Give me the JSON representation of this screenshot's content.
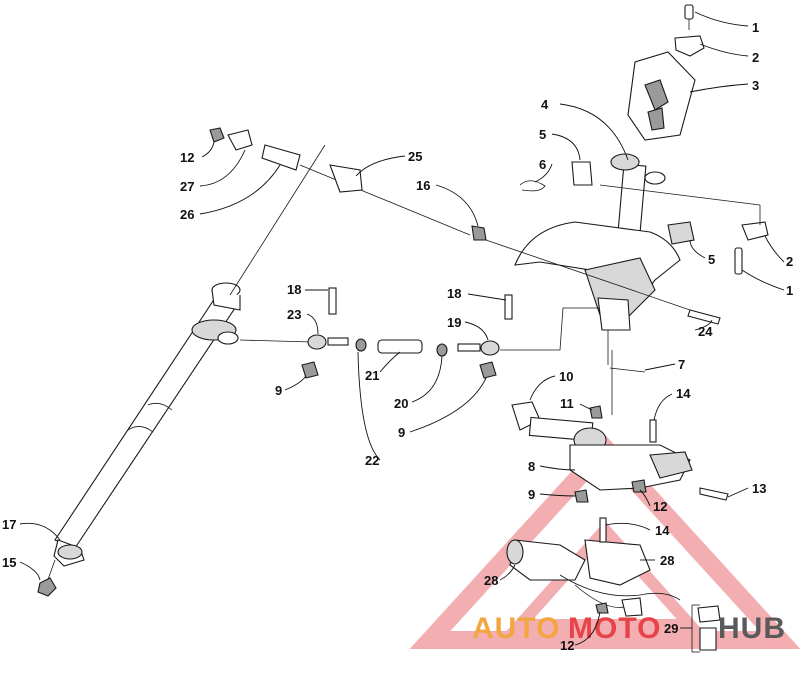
{
  "callouts": [
    {
      "id": "c1a",
      "text": "1"
    },
    {
      "id": "c2a",
      "text": "2"
    },
    {
      "id": "c3",
      "text": "3"
    },
    {
      "id": "c4",
      "text": "4"
    },
    {
      "id": "c5a",
      "text": "5"
    },
    {
      "id": "c6",
      "text": "6"
    },
    {
      "id": "c25",
      "text": "25"
    },
    {
      "id": "c12a",
      "text": "12"
    },
    {
      "id": "c27",
      "text": "27"
    },
    {
      "id": "c16",
      "text": "16"
    },
    {
      "id": "c26",
      "text": "26"
    },
    {
      "id": "c5b",
      "text": "5"
    },
    {
      "id": "c2b",
      "text": "2"
    },
    {
      "id": "c1b",
      "text": "1"
    },
    {
      "id": "c18a",
      "text": "18"
    },
    {
      "id": "c18b",
      "text": "18"
    },
    {
      "id": "c23",
      "text": "23"
    },
    {
      "id": "c19",
      "text": "19"
    },
    {
      "id": "c24",
      "text": "24"
    },
    {
      "id": "c7",
      "text": "7"
    },
    {
      "id": "c9a",
      "text": "9"
    },
    {
      "id": "c21",
      "text": "21"
    },
    {
      "id": "c20",
      "text": "20"
    },
    {
      "id": "c10",
      "text": "10"
    },
    {
      "id": "c14a",
      "text": "14"
    },
    {
      "id": "c11",
      "text": "11"
    },
    {
      "id": "c9b",
      "text": "9"
    },
    {
      "id": "c22",
      "text": "22"
    },
    {
      "id": "c8",
      "text": "8"
    },
    {
      "id": "c13",
      "text": "13"
    },
    {
      "id": "c9c",
      "text": "9"
    },
    {
      "id": "c12b",
      "text": "12"
    },
    {
      "id": "c17",
      "text": "17"
    },
    {
      "id": "c14b",
      "text": "14"
    },
    {
      "id": "c15",
      "text": "15"
    },
    {
      "id": "c28a",
      "text": "28"
    },
    {
      "id": "c28b",
      "text": "28"
    },
    {
      "id": "c29",
      "text": "29"
    },
    {
      "id": "c12c",
      "text": "12"
    }
  ],
  "watermark": {
    "part1": "AUTO",
    "part2": "MOTO",
    "part3": "HUB",
    "color_orange": "#f2a640",
    "color_red": "#e8434a",
    "color_gray": "#5a5a5a"
  }
}
